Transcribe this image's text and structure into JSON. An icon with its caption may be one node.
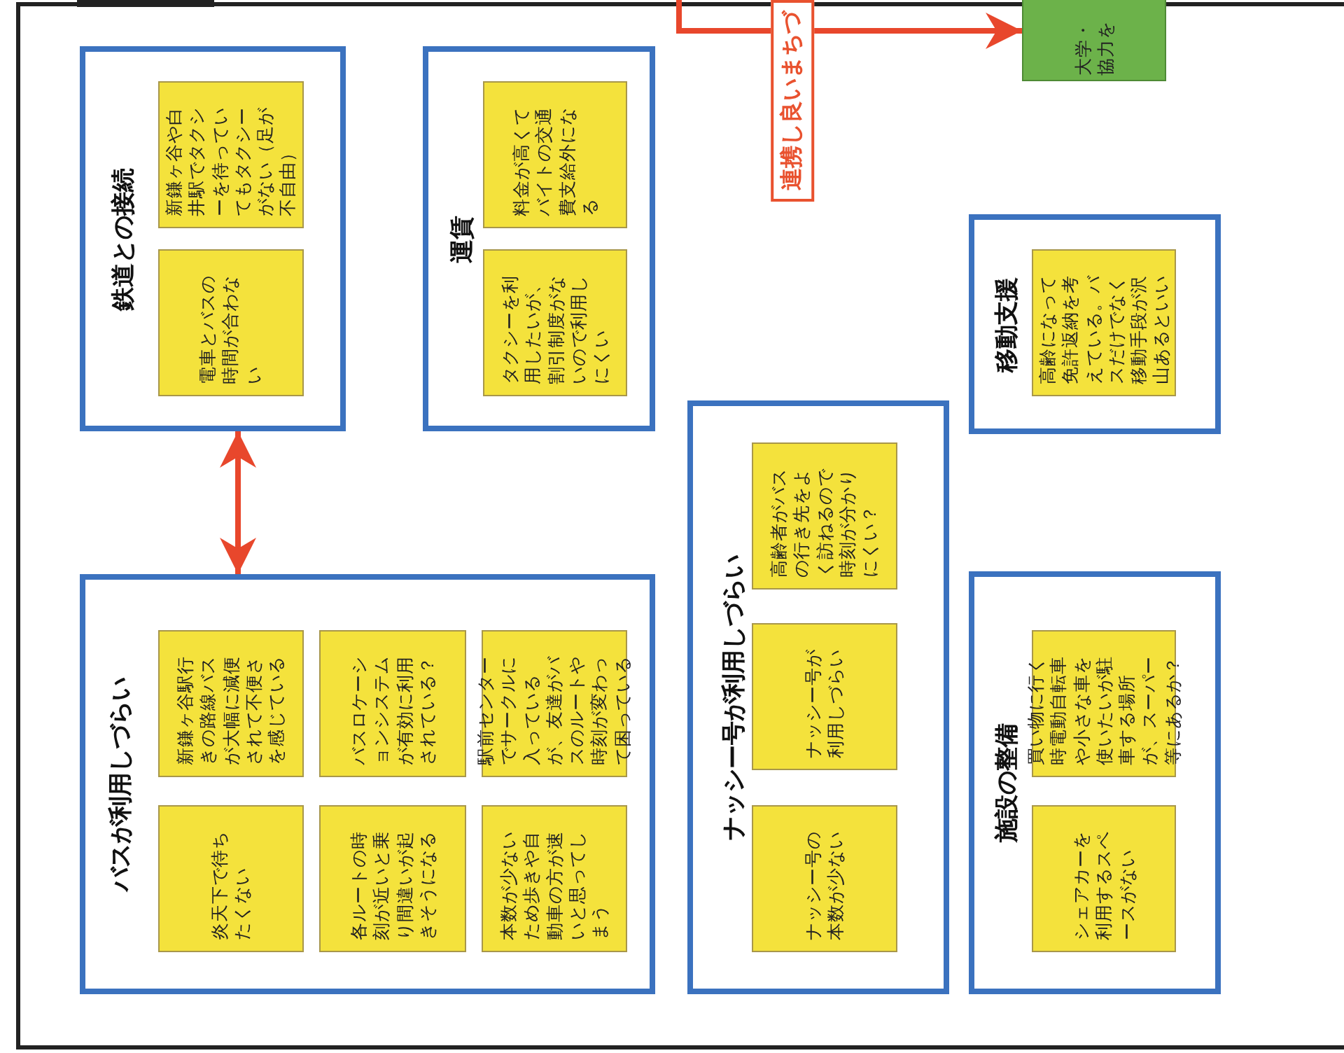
{
  "diagram": {
    "nodes": [
      {
        "text": [
          "鉄道との接続"
        ]
      },
      {
        "text": [
          "電車とバスの時間が合わない"
        ],
        "in": 0
      },
      {
        "text": [
          "新鎌ヶ谷や白井駅でタクシーを待っていてもタクシーがない（足が不自由）"
        ],
        "in": 0
      },
      {
        "text": [
          "運賃"
        ]
      },
      {
        "text": [
          "タクシーを利用したいが、割引制度がないので利用しにくい"
        ],
        "in": 3
      },
      {
        "text": [
          "料金が高くてバイトの交通費支給外になる"
        ],
        "in": 3
      },
      {
        "text": [
          "移動支援"
        ]
      },
      {
        "text": [
          "高齢になって免許返納を考えている。バスだけでなく移動手段が沢山あるといい"
        ],
        "in": 6
      },
      {
        "text": [
          "バスが利用しづらい"
        ]
      },
      {
        "text": [
          "炎天下で待ちたくない"
        ],
        "in": 8
      },
      {
        "text": [
          "新鎌ヶ谷駅行きの路線バスが大幅に減便されて不便さを感じている"
        ],
        "in": 8
      },
      {
        "text": [
          "各ルートの時刻が近いと乗り間違いが起きそうになる"
        ],
        "in": 8
      },
      {
        "text": [
          "バスロケーションシステムが有効に利用されている？"
        ],
        "in": 8
      },
      {
        "text": [
          "本数が少ないため歩きや自動車の方が速いと思ってしまう"
        ],
        "in": 8
      },
      {
        "text": [
          "駅前センターでサークルに入っているが、友達がバスのルートや時刻が変わって困っている"
        ],
        "in": 8
      },
      {
        "text": [
          "ナッシー号が利用しづらい"
        ]
      },
      {
        "text": [
          "ナッシー号の本数が少ない"
        ],
        "in": 15
      },
      {
        "text": [
          "ナッシー号が利用しづらい"
        ],
        "in": 15
      },
      {
        "text": [
          "高齢者がバスの行き先をよく訪ねるので時刻が分かりにくい？"
        ],
        "in": 15
      },
      {
        "text": [
          "施設の整備"
        ]
      },
      {
        "text": [
          "シェアカーを利用するスペースがない"
        ],
        "in": 19
      },
      {
        "text": [
          "買い物に行く時電動自転車や小さな車を使いたいが駐車する場所が、スーパー等にあるか？"
        ],
        "in": 19
      },
      {
        "text": [
          "大学・協力を"
        ]
      }
    ],
    "edges": [
      {
        "from": 8,
        "to": 0,
        "arrow": "both"
      },
      {
        "from": null,
        "to": 22,
        "arrow": "to",
        "label": "連携し良いまちづ"
      }
    ]
  }
}
